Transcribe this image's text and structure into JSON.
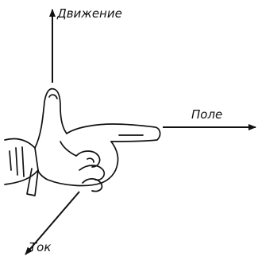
{
  "labels": {
    "motion": "Движение",
    "field": "Поле",
    "current": "Ток"
  },
  "colors": {
    "line": "#111111",
    "background": "#ffffff"
  }
}
